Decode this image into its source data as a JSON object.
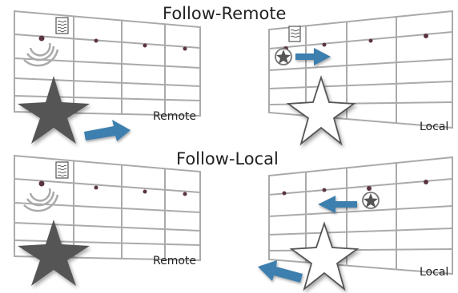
{
  "headings": {
    "follow_remote": "Follow-Remote",
    "follow_local": "Follow-Local"
  },
  "labels": {
    "remote": "Remote",
    "local": "Local"
  },
  "colors": {
    "grid": "#aaaaaa",
    "remote_star": "#555555",
    "local_star_outline": "#555555",
    "arrow": "#3d7fae",
    "dot": "#5a3440",
    "signal": "#aaaaaa"
  },
  "icons": [
    "document-icon",
    "signal-waves-icon",
    "star-icon",
    "arrow-icon",
    "targeted-star-icon"
  ]
}
